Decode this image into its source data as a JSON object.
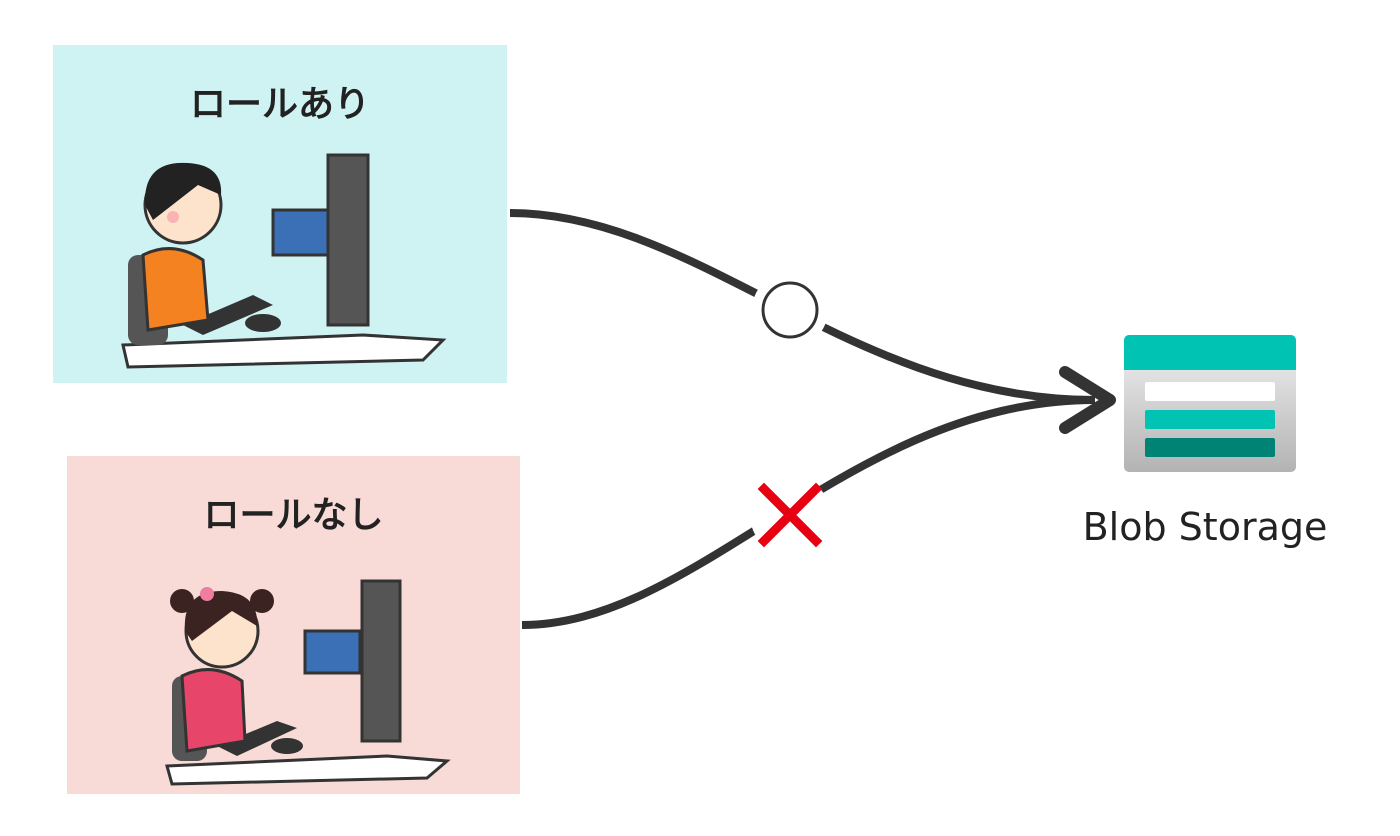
{
  "actors": [
    {
      "label": "ロールあり",
      "result_icon": "circle-allowed-icon",
      "color": "#cff3f3"
    },
    {
      "label": "ロールなし",
      "result_icon": "cross-denied-icon",
      "color": "#f8dbd6"
    }
  ],
  "target": {
    "label": "Blob Storage",
    "icon": "azure-blob-storage-icon"
  },
  "colors": {
    "line": "#333333",
    "cross": "#e60012",
    "teal": "#00c3b3",
    "dark_teal": "#008375"
  }
}
